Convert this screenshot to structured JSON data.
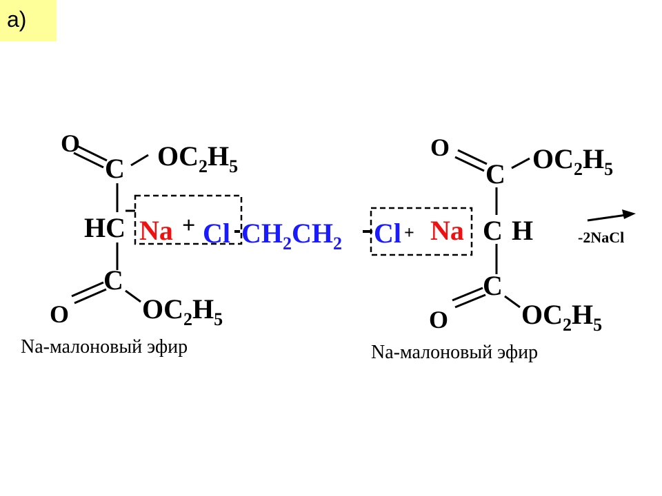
{
  "part_label": "а)",
  "colors": {
    "black": "#000000",
    "red": "#ee1111",
    "blue": "#1a1aff",
    "highlight": "#ffff99"
  },
  "left_ester": {
    "o_top": "O",
    "c_top": "C",
    "oc_top_main": "OC",
    "oc_top_s1": "2",
    "oc_top_h": "H",
    "oc_top_s2": "5",
    "hc": "HC",
    "c_bottom": "C",
    "o_bottom": "O",
    "oc_bot_main": "OC",
    "oc_bot_s1": "2",
    "oc_bot_h": "H",
    "oc_bot_s2": "5",
    "caption": "Na-малоновый эфир"
  },
  "middle": {
    "na_left": "Na",
    "plus_left": "+",
    "cl_left": "Cl",
    "ch2_a": "CH",
    "sub_a": "2",
    "ch2_b": "CH",
    "sub_b": "2",
    "cl_right": "Cl",
    "plus_right": "+",
    "na_right": "Na"
  },
  "right_ester": {
    "o_top": "O",
    "c_top": "C",
    "oc_top_main": "OC",
    "oc_top_s1": "2",
    "oc_top_h": "H",
    "oc_top_s2": "5",
    "c_mid": "C",
    "h_mid": "H",
    "c_bottom": "C",
    "o_bottom": "O",
    "oc_bot_main": "OC",
    "oc_bot_s1": "2",
    "oc_bot_h": "H",
    "oc_bot_s2": "5",
    "caption": "Na-малоновый эфир"
  },
  "reaction": {
    "byproduct": "-2NaCl"
  }
}
